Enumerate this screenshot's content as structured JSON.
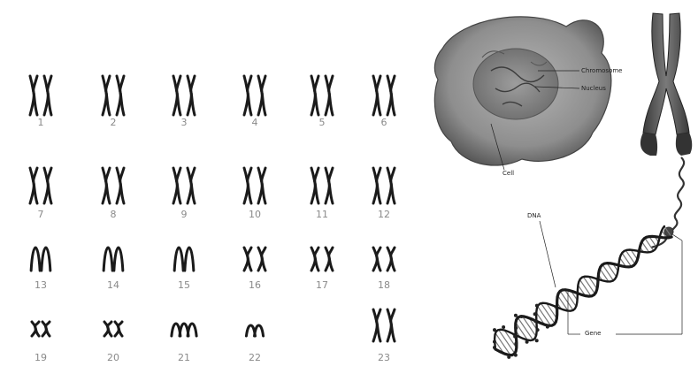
{
  "karyotype": {
    "pairs": [
      {
        "label": "1",
        "shape": "large"
      },
      {
        "label": "2",
        "shape": "large"
      },
      {
        "label": "3",
        "shape": "large"
      },
      {
        "label": "4",
        "shape": "large"
      },
      {
        "label": "5",
        "shape": "large"
      },
      {
        "label": "6",
        "shape": "large"
      },
      {
        "label": "7",
        "shape": "medium"
      },
      {
        "label": "8",
        "shape": "medium"
      },
      {
        "label": "9",
        "shape": "medium"
      },
      {
        "label": "10",
        "shape": "medium"
      },
      {
        "label": "11",
        "shape": "medium"
      },
      {
        "label": "12",
        "shape": "medium"
      },
      {
        "label": "13",
        "shape": "acro"
      },
      {
        "label": "14",
        "shape": "acro"
      },
      {
        "label": "15",
        "shape": "acro"
      },
      {
        "label": "16",
        "shape": "small"
      },
      {
        "label": "17",
        "shape": "small"
      },
      {
        "label": "18",
        "shape": "small"
      },
      {
        "label": "19",
        "shape": "tiny"
      },
      {
        "label": "20",
        "shape": "tiny"
      },
      {
        "label": "21",
        "shape": "tinyacro3"
      },
      {
        "label": "22",
        "shape": "tinyacro"
      },
      {
        "label": "23",
        "shape": "sex"
      }
    ]
  },
  "cell_diagram": {
    "labels": {
      "chromosome": "Chromosome",
      "nucleus": "Nucleus",
      "cell": "Cell",
      "dna": "DNA",
      "gene": "Gene"
    }
  },
  "colors": {
    "ink": "#1a1a1a",
    "label_gray": "#8a8a8a",
    "cell_fill": "#9a9a9a",
    "cell_dark": "#5a5a5a"
  }
}
